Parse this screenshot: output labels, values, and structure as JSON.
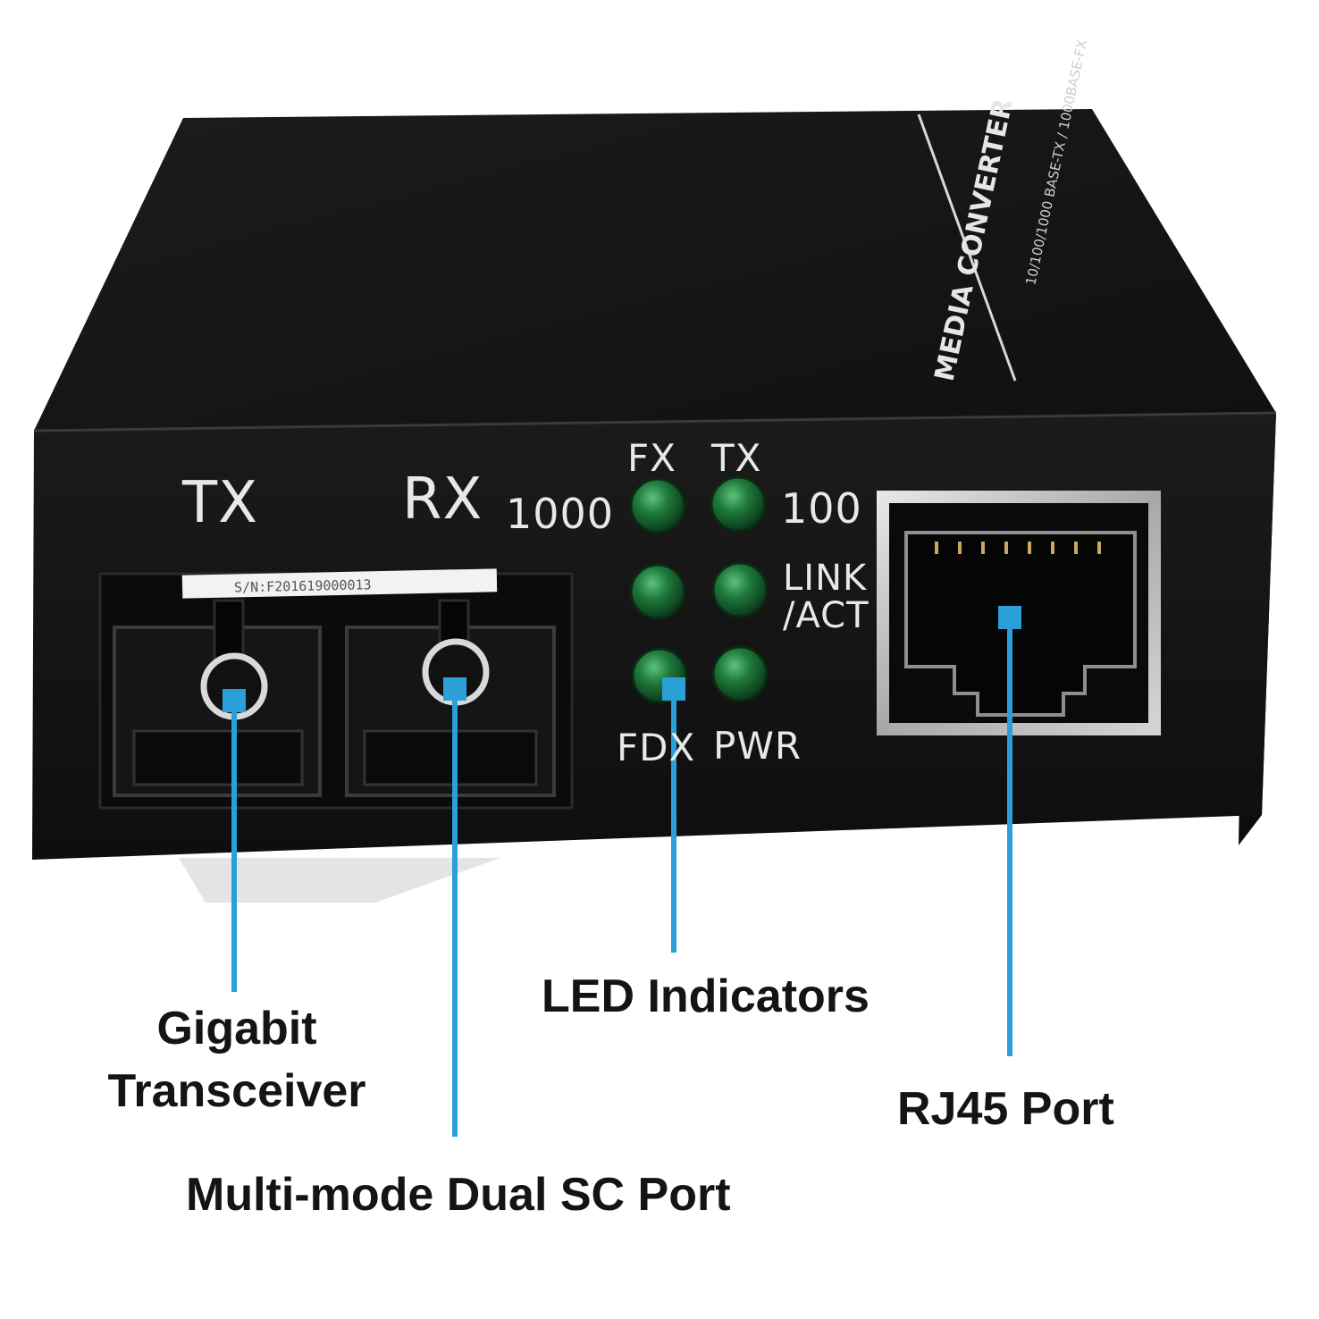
{
  "device": {
    "top_label": "MEDIA CONVERTER",
    "top_sublabel": "10/100/1000 BASE-TX / 1000BASE-FX",
    "serial_sticker": "S/N:F201619000013",
    "port_labels": {
      "tx": "TX",
      "rx": "RX"
    },
    "led_labels": {
      "fx": "FX",
      "tx": "TX",
      "speed_1000": "1000",
      "speed_100": "100",
      "link": "LINK",
      "act": "/ACT",
      "fdx": "FDX",
      "pwr": "PWR"
    }
  },
  "callouts": {
    "transceiver_line1": "Gigabit",
    "transceiver_line2": "Transceiver",
    "sc_port": "Multi-mode Dual SC Port",
    "led_indicators": "LED Indicators",
    "rj45_port": "RJ45 Port"
  },
  "colors": {
    "accent": "#2a9fd8",
    "led": "#1f7a3c",
    "device_body": "#141414",
    "printed_text": "#e8e8e8"
  }
}
